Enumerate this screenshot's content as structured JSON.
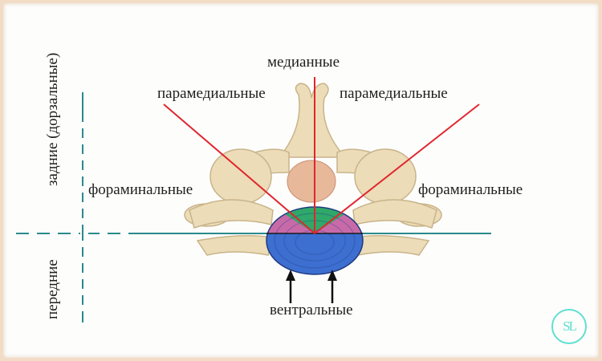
{
  "diagram": {
    "labels": {
      "median": "медианные",
      "paramedial_left": "парамедиальные",
      "paramedial_right": "парамедиальные",
      "foraminal_left": "фораминальные",
      "foraminal_right": "фораминальные",
      "ventral": "вентральные",
      "posterior_axis": "задние (дорзальные)",
      "anterior_axis": "передние"
    },
    "logo": {
      "text": "SL"
    },
    "colors": {
      "background_border": "#f3dcc6",
      "red_lines": "#e0262e",
      "axis_lines": "#2a8a8c",
      "bone": "#ecdcb8",
      "disc_green": "#2fa86a",
      "disc_pink": "#c96aa8",
      "disc_blue": "#3d6fd0",
      "spinal_cord": "#e8b89a",
      "logo": "#5fe0d0"
    }
  }
}
